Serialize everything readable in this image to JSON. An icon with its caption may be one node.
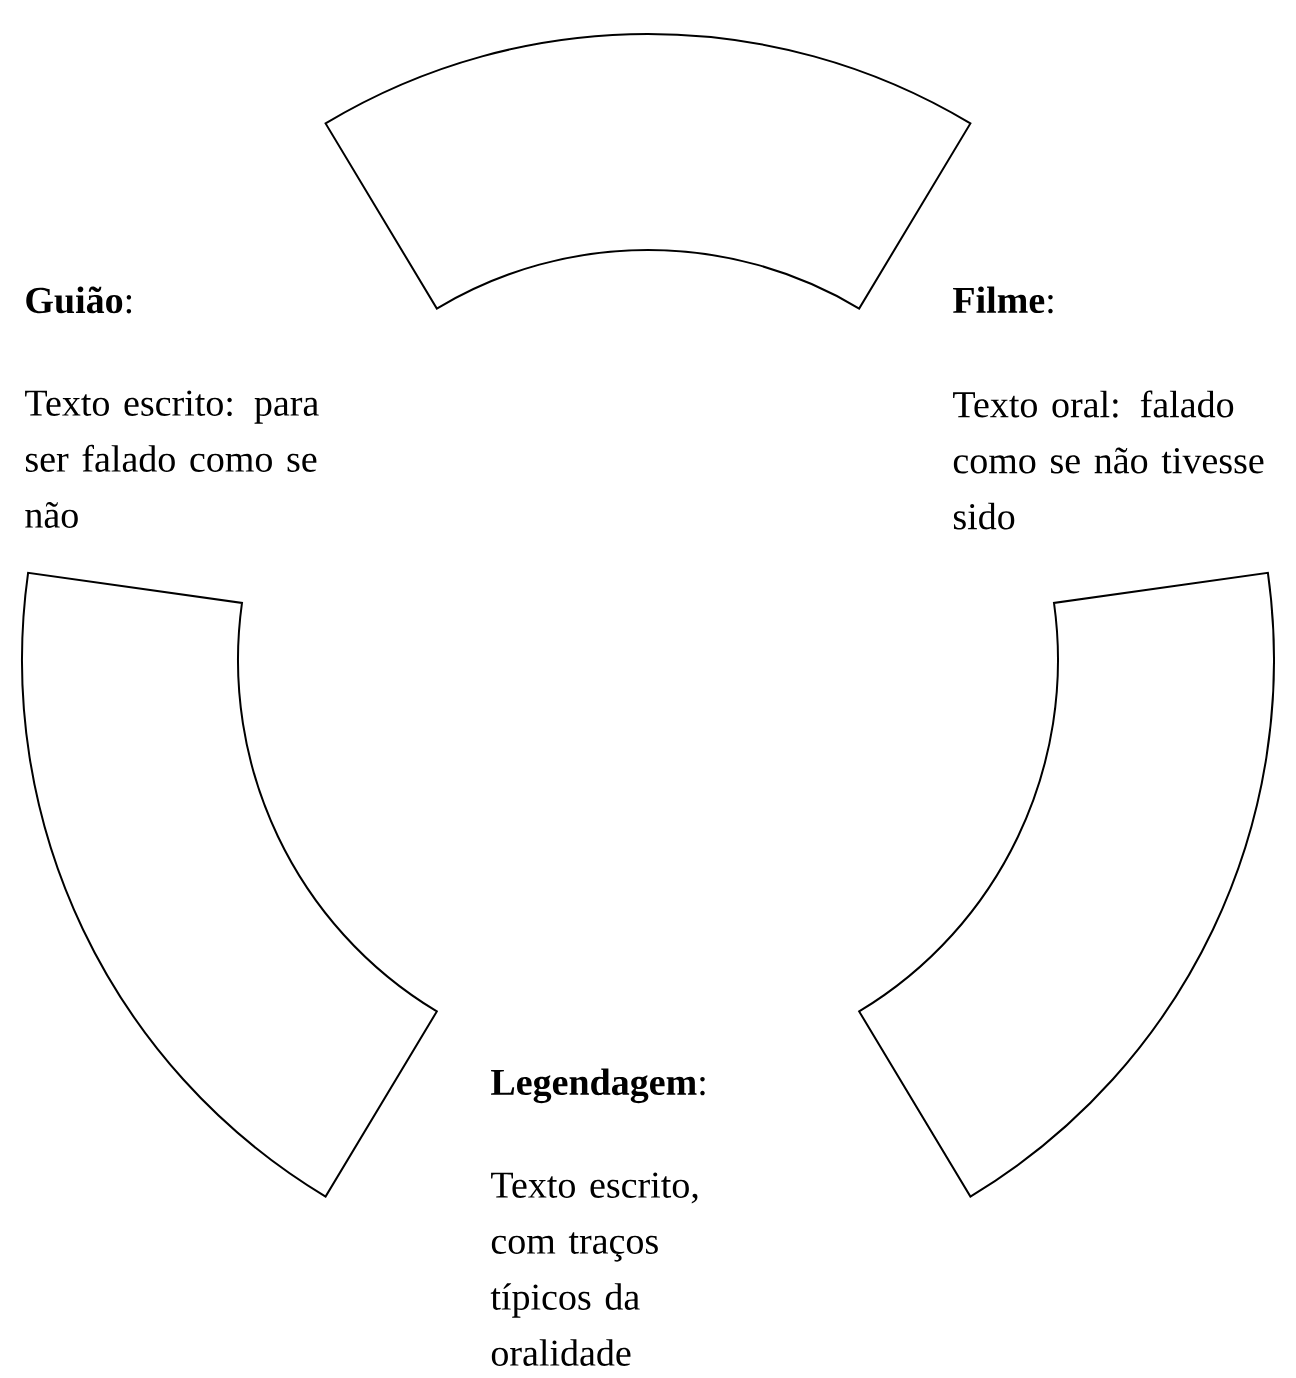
{
  "diagram": {
    "nodes": [
      {
        "text": [],
        "shape": "arc"
      },
      {
        "text": [],
        "shape": "arc"
      },
      {
        "text": [],
        "shape": "arc"
      }
    ],
    "labels": [
      "**Guião**:",
      "Texto escrito: para ser falado como se não",
      "**Filme**:",
      "Texto oral: falado como se não tivesse sido",
      "**Legendagem**:",
      "Texto escrito, com traços típicos da oralidade"
    ]
  }
}
